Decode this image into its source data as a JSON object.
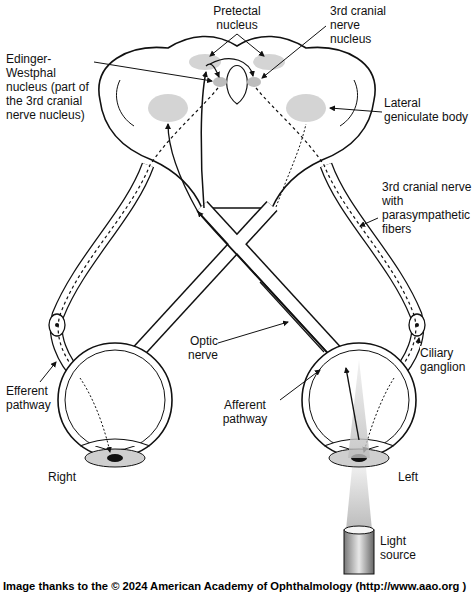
{
  "diagram": {
    "caption": "Image thanks to the © 2024 American Academy of Ophthalmology (http://www.aao.org )",
    "labels": [
      "Pretectal nucleus",
      "3rd cranial nerve nucleus",
      "Edinger-Westphal nucleus (part of the 3rd cranial nerve nucleus)",
      "Lateral geniculate body",
      "3rd cranial nerve with parasympathetic fibers",
      "Optic nerve",
      "Afferent pathway",
      "Ciliary ganglion",
      "Efferent pathway",
      "Right",
      "Left",
      "Light source"
    ]
  }
}
